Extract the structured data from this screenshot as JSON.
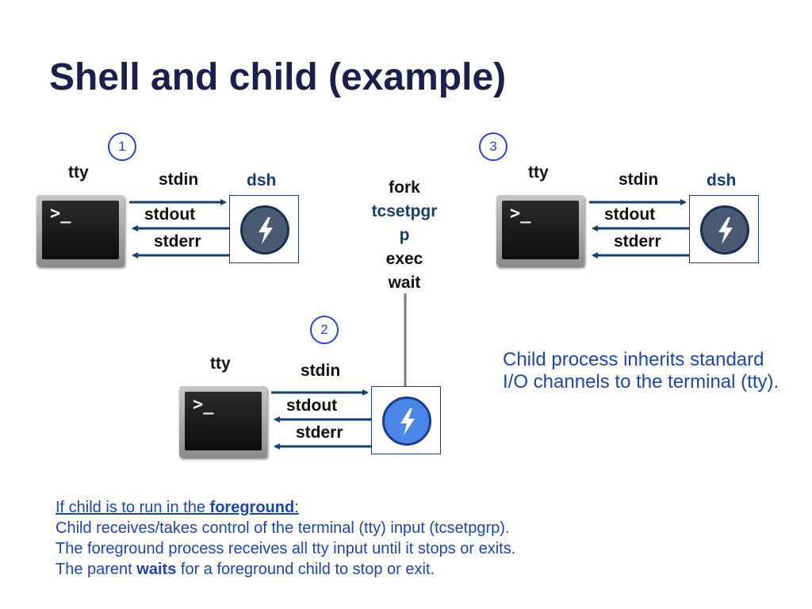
{
  "title": "Shell and child (example)",
  "panels": [
    {
      "badge": "1",
      "tty": "tty",
      "stdin": "stdin",
      "stdout": "stdout",
      "stderr": "stderr",
      "process": "dsh"
    },
    {
      "badge": "2",
      "tty": "tty",
      "stdin": "stdin",
      "stdout": "stdout",
      "stderr": "stderr"
    },
    {
      "badge": "3",
      "tty": "tty",
      "stdin": "stdin",
      "stdout": "stdout",
      "stderr": "stderr",
      "process": "dsh"
    }
  ],
  "terminal_prompt": ">_",
  "operations": {
    "fork": "fork",
    "tcsetpgrp_1": "tcsetpgr",
    "tcsetpgrp_2": "p",
    "exec": "exec",
    "wait": "wait"
  },
  "note": "Child process inherits standard I/O channels to the terminal (tty).",
  "bottom": {
    "line1_prefix": "If child is to run in the ",
    "line1_bold": "foreground",
    "line1_suffix": ":",
    "line2": "Child receives/takes control of the terminal (tty) input (tcsetpgrp).",
    "line3": "The foreground process receives all tty input until it stops or exits.",
    "line4_prefix": "The parent ",
    "line4_bold": "waits",
    "line4_suffix": " for a foreground child to stop or exit."
  },
  "colors": {
    "title": "#1b1f4b",
    "arrow": "#163f6e",
    "badge": "#2741d0",
    "note": "#1e46a8",
    "child_circle": "#4a86e8",
    "shell_circle": "#4a5a72"
  }
}
